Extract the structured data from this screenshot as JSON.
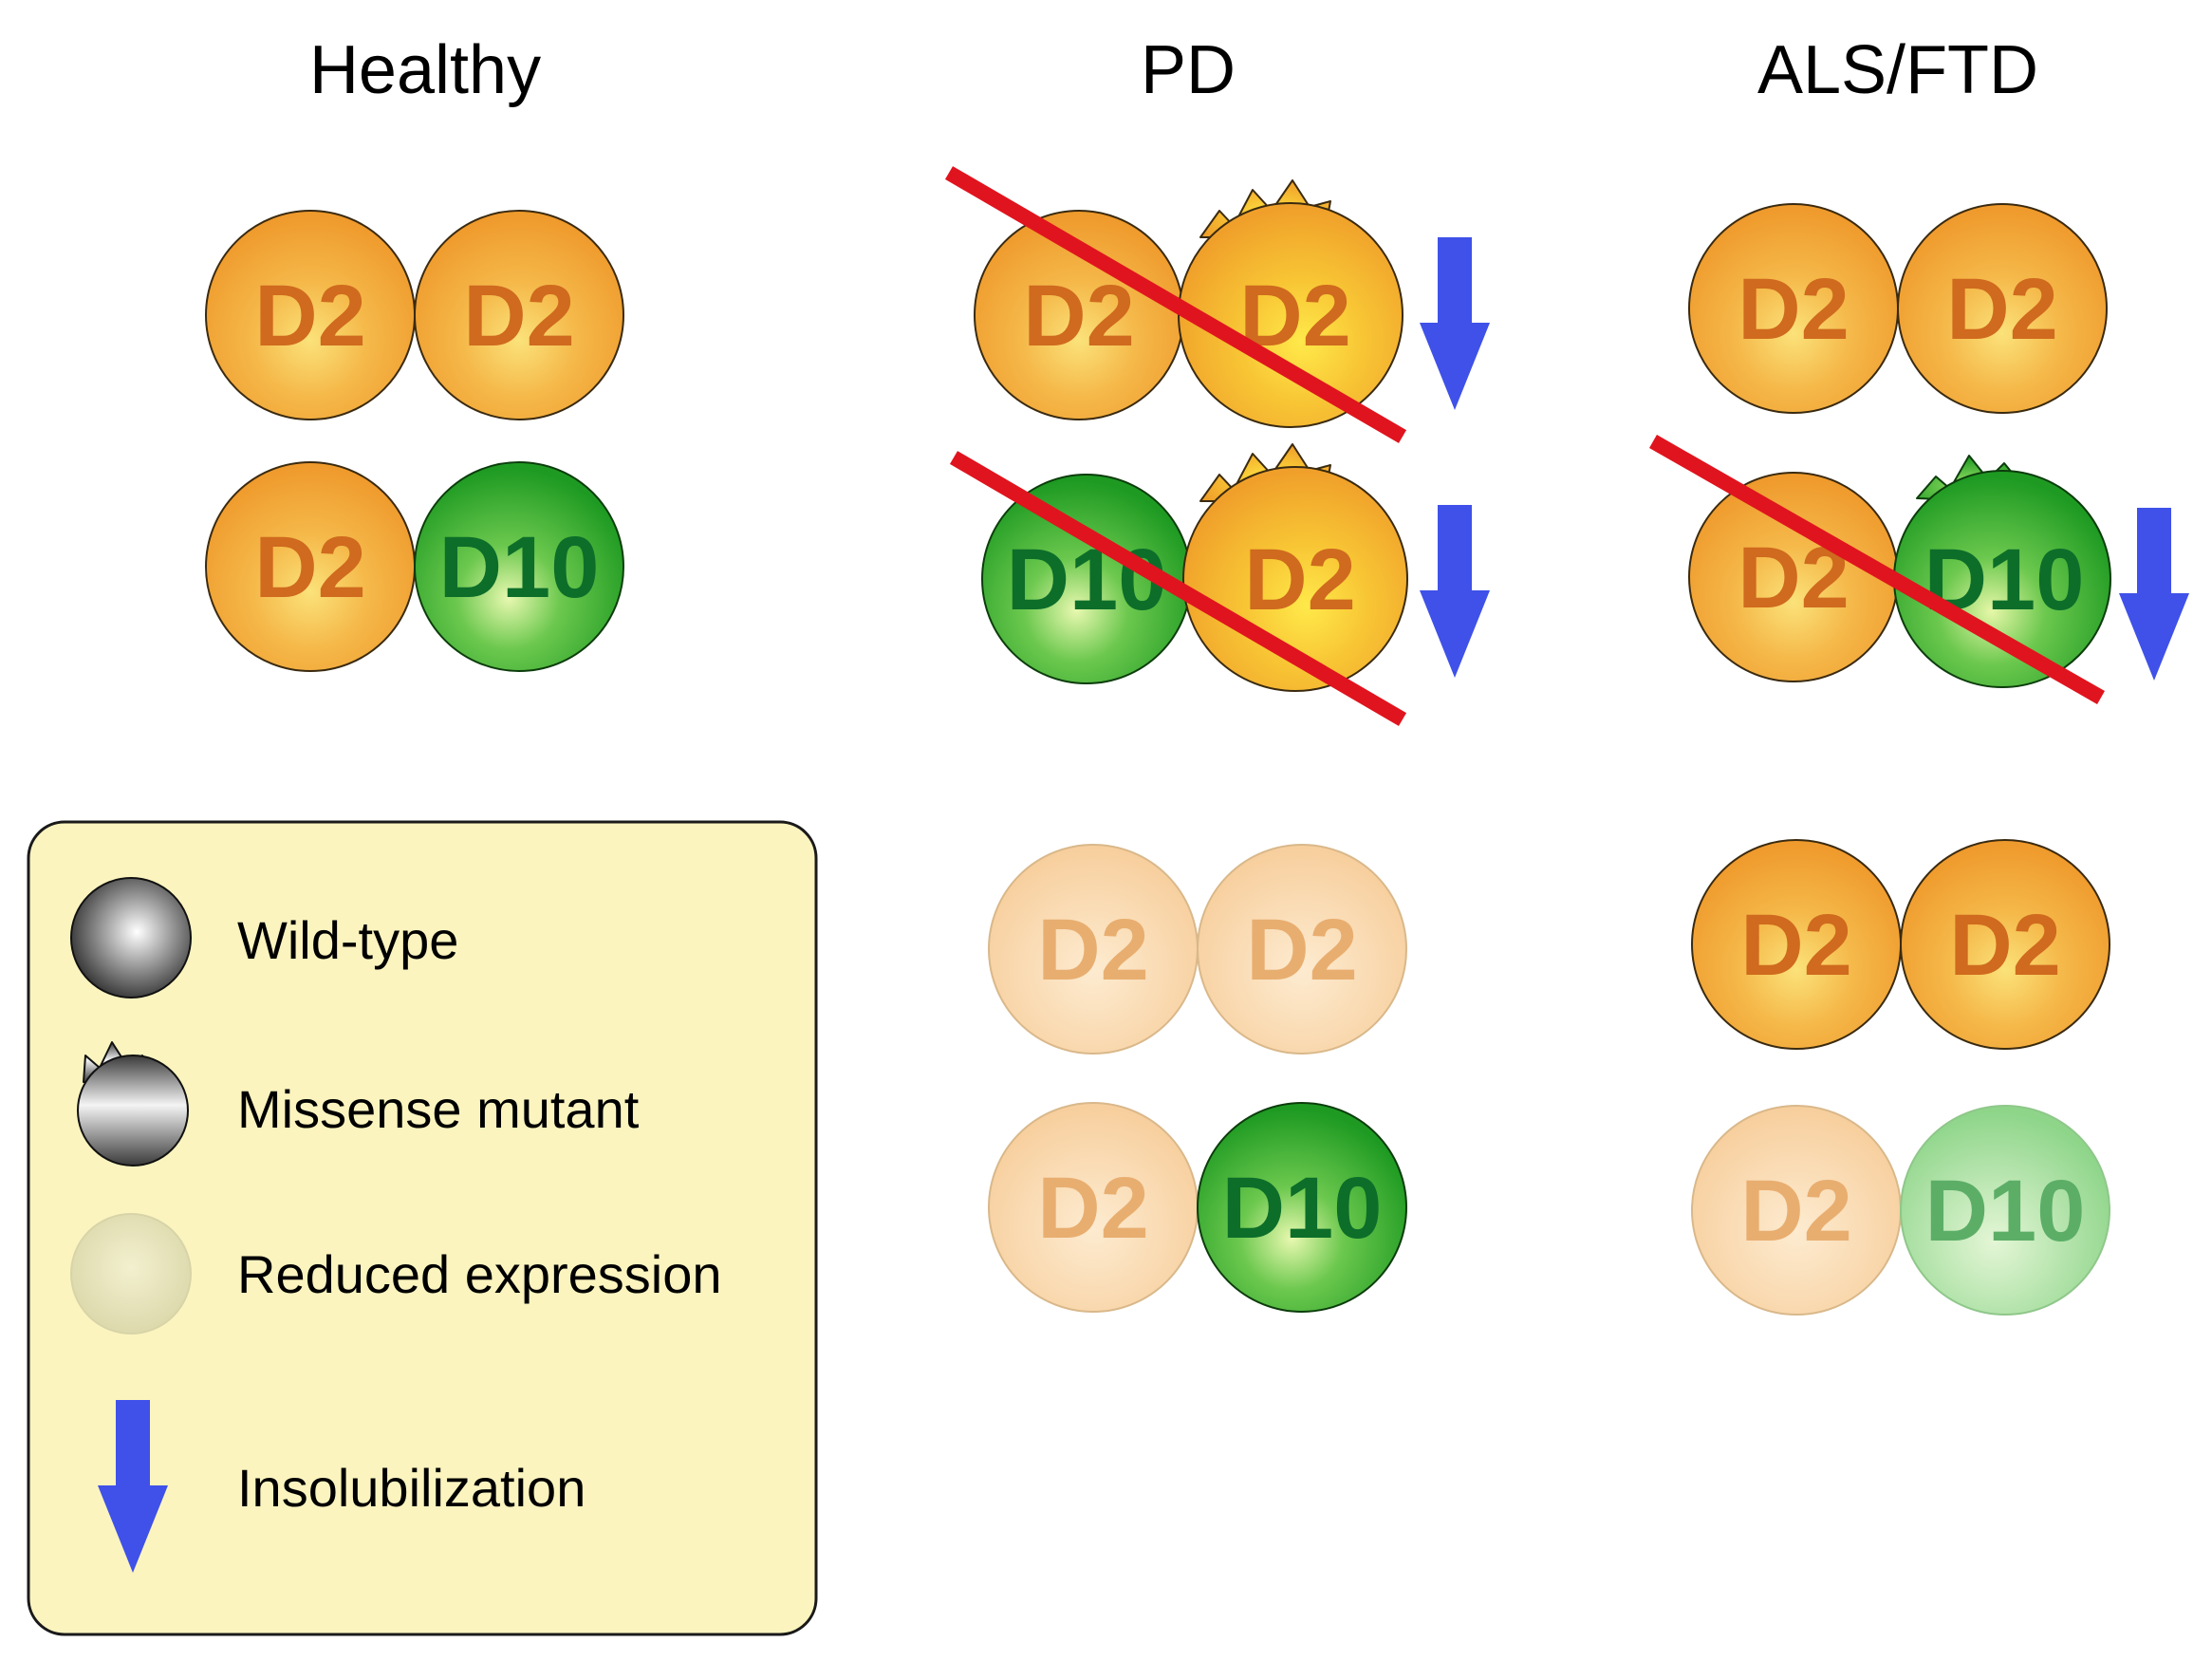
{
  "columns": {
    "healthy": "Healthy",
    "pd": "PD",
    "als": "ALS/FTD"
  },
  "proteins": {
    "d2": "D2",
    "d10": "D10"
  },
  "legend": {
    "wild_type": "Wild-type",
    "missense": "Missense mutant",
    "reduced": "Reduced expression",
    "insolubilization": "Insolubilization"
  },
  "colors": {
    "orange_edge": "#F0A23A",
    "orange_core": "#F7C23D",
    "orange_text": "#CF6A1E",
    "green_edge": "#1F9A1F",
    "green_core": "#D6F29A",
    "green_text": "#0D6E2A",
    "faded_orange": "#F8D4A8",
    "faded_orange_text": "#E8AE70",
    "faded_green": "#9ED89A",
    "faded_green_text": "#5CAE67",
    "legend_bg": "#FBF4BF",
    "arrow_blue": "#3F51E8",
    "cross_red": "#E0141E"
  }
}
